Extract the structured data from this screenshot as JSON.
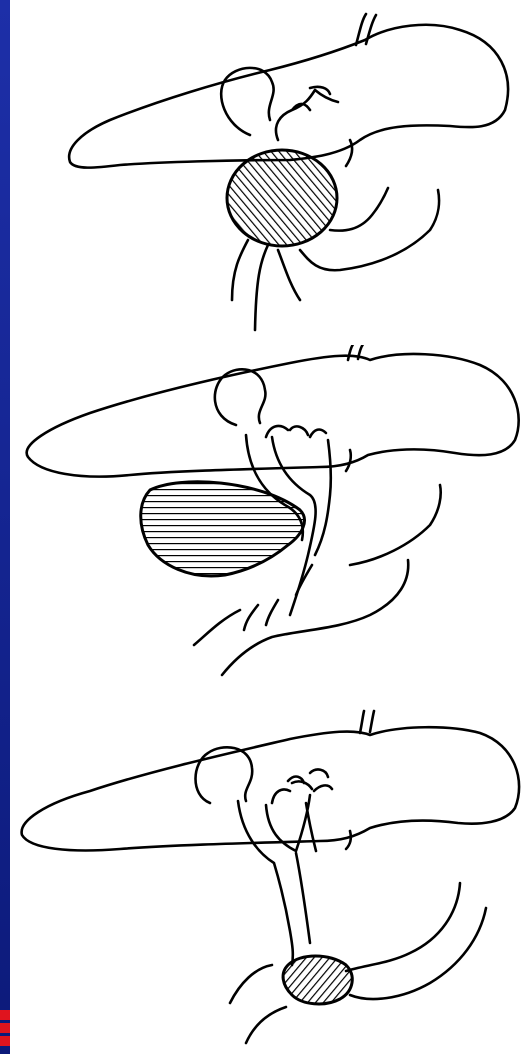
{
  "slide": {
    "background_color": "#0a1a8c",
    "figure_background": "#ffffff",
    "hatch_color": "#000000",
    "accent_color": "#e0141e"
  },
  "panels": [
    {
      "id": "panel-1",
      "depicts": "liver-with-central-hatched-cyst"
    },
    {
      "id": "panel-2",
      "depicts": "liver-with-side-hatched-cyst"
    },
    {
      "id": "panel-3",
      "depicts": "liver-with-lower-hatched-cyst"
    }
  ]
}
